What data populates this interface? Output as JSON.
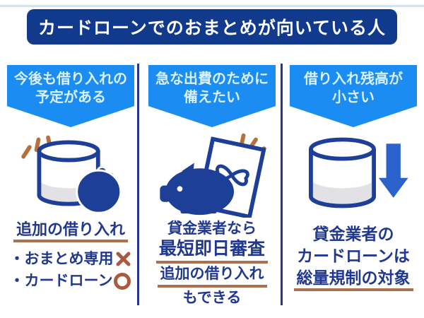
{
  "header": {
    "title": "カードローンでのおまとめが向いている人"
  },
  "colors": {
    "header_bg": "#11398c",
    "header_text": "#ffffff",
    "ribbon_bg": "#1b8cf2",
    "ribbon_text": "#d9f1ff",
    "body_text": "#21388f",
    "underline_brown": "#a9714f",
    "mark_red": "#ab5a3f",
    "divider_navy": "#27368a",
    "top_line_blue": "#c9e7f7",
    "icon_navy": "#1d3f97",
    "icon_gray_fill": "#e2e2e6",
    "arrow_blue": "#2b62cc",
    "dash_orange": "#b5703d"
  },
  "columns": [
    {
      "ribbon": {
        "line1": "今後も借り入れの",
        "line2": "予定がある"
      },
      "illustration": "money-cylinder-and-coin-purse-icon",
      "heading": "追加の借り入れ",
      "bullets": [
        {
          "label": "・おまとめ専用",
          "mark": "cross"
        },
        {
          "label": "・カードローン",
          "mark": "circle"
        }
      ]
    },
    {
      "ribbon": {
        "line1": "急な出費のために",
        "line2": "備えたい"
      },
      "illustration": "piggy-bank-and-gift-icon",
      "lines": [
        "貸金業者なら",
        "最短即日審査",
        "追加の借り入れ",
        "もできる"
      ]
    },
    {
      "ribbon": {
        "line1": "借り入れ残高が",
        "line2": "小さい"
      },
      "illustration": "balance-decrease-cylinder-icon",
      "lines": [
        "貸金業者の",
        "カードローンは",
        "総量規制の対象"
      ]
    }
  ]
}
